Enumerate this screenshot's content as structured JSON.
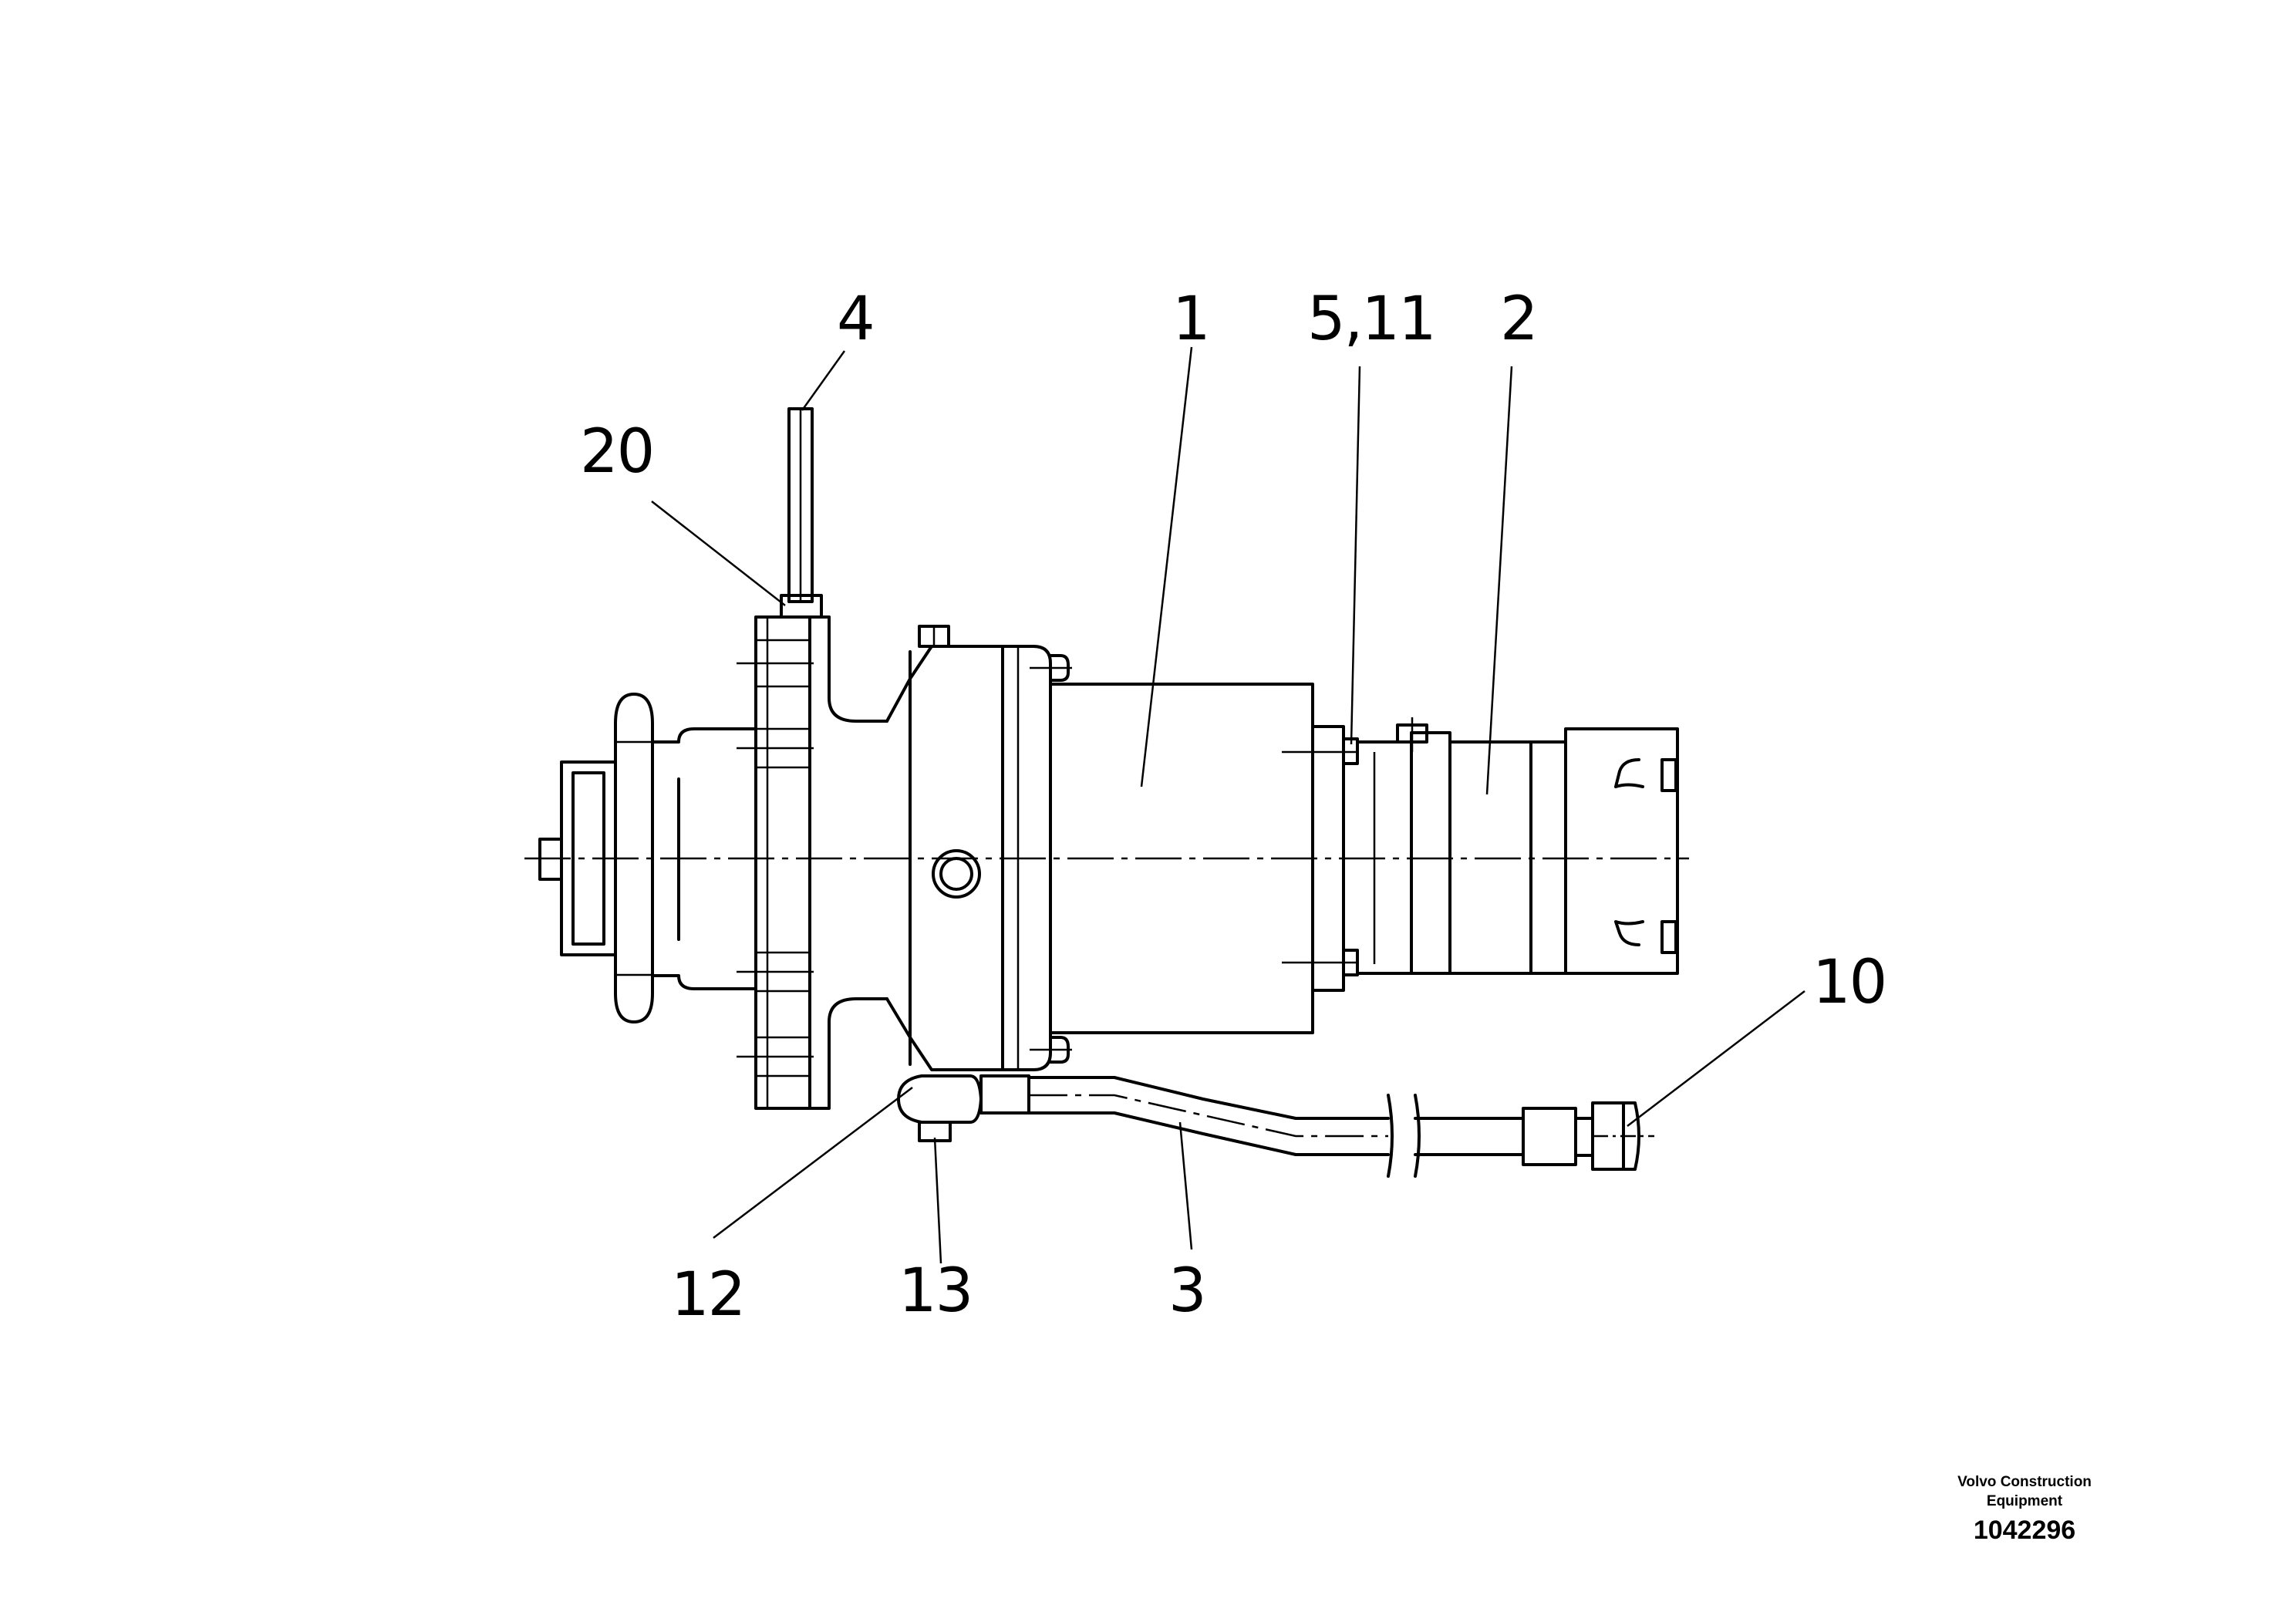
{
  "callouts": [
    {
      "id": "4",
      "label": "4"
    },
    {
      "id": "20",
      "label": "20"
    },
    {
      "id": "1",
      "label": "1"
    },
    {
      "id": "5_11",
      "label": "5,11"
    },
    {
      "id": "2",
      "label": "2"
    },
    {
      "id": "10",
      "label": "10"
    },
    {
      "id": "12",
      "label": "12"
    },
    {
      "id": "13",
      "label": "13"
    },
    {
      "id": "3",
      "label": "3"
    }
  ],
  "brand": {
    "line1": "Volvo Construction",
    "line2": "Equipment"
  },
  "document_number": "1042296"
}
